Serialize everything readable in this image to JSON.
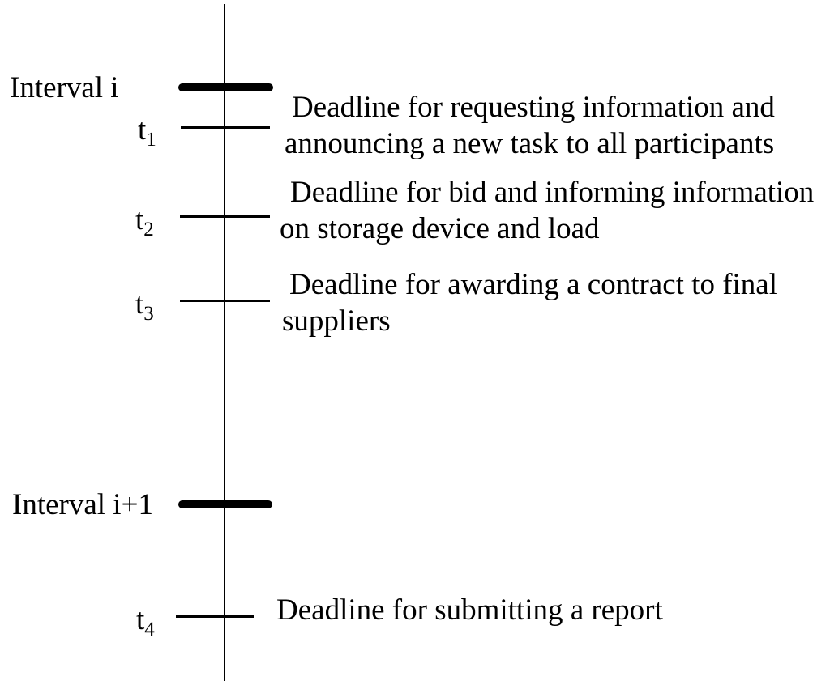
{
  "figure": {
    "type": "vertical-timeline",
    "background_color": "#ffffff",
    "line_color": "#000000",
    "intervals": [
      {
        "label": "Interval i"
      },
      {
        "label": "Interval i+1"
      }
    ],
    "events": [
      {
        "base": "t",
        "sub": "1",
        "lines": [
          "Deadline for requesting information and",
          "announcing a new task to all participants"
        ]
      },
      {
        "base": "t",
        "sub": "2",
        "lines": [
          "Deadline for bid and informing information",
          "on storage device and load"
        ]
      },
      {
        "base": "t",
        "sub": "3",
        "lines": [
          "Deadline for awarding a contract to final",
          "suppliers"
        ]
      },
      {
        "base": "t",
        "sub": "4",
        "lines": [
          "Deadline for submitting a report"
        ]
      }
    ]
  }
}
